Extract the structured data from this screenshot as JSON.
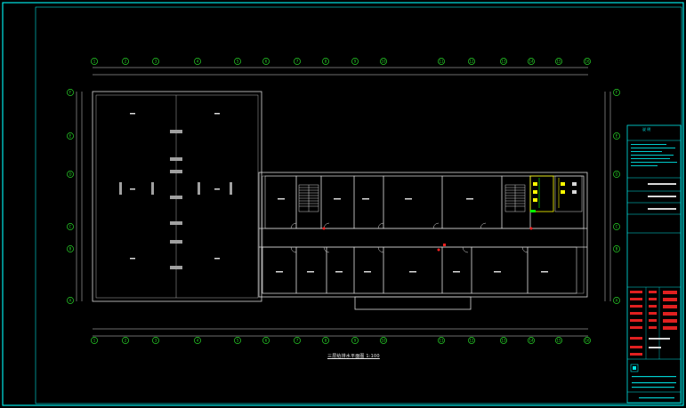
{
  "colors": {
    "background": "#000000",
    "frame": "#00e5e5",
    "grid_axis": "#28d228",
    "walls": "#d8d8d8",
    "dimension": "#d8d8d8",
    "stairs": "#ffffff",
    "fixture_highlight": "#ffff00",
    "fixture_green": "#00ff00",
    "marker_red": "#ff2020",
    "titleblock_red": "#e02020"
  },
  "drawing": {
    "grid_columns_top": [
      "1",
      "2",
      "3",
      "4",
      "5",
      "6",
      "7",
      "8",
      "9",
      "10",
      "11",
      "12",
      "13",
      "14",
      "15",
      "16"
    ],
    "grid_rows_left": [
      "A",
      "B",
      "C",
      "D",
      "E",
      "F"
    ],
    "grid_rows_right": [
      "A",
      "B",
      "C",
      "D",
      "E",
      "F"
    ],
    "caption": "三层给排水平面图 1:100"
  },
  "titleblock": {
    "header": "说 明",
    "logo_icon": "company-logo-icon"
  }
}
